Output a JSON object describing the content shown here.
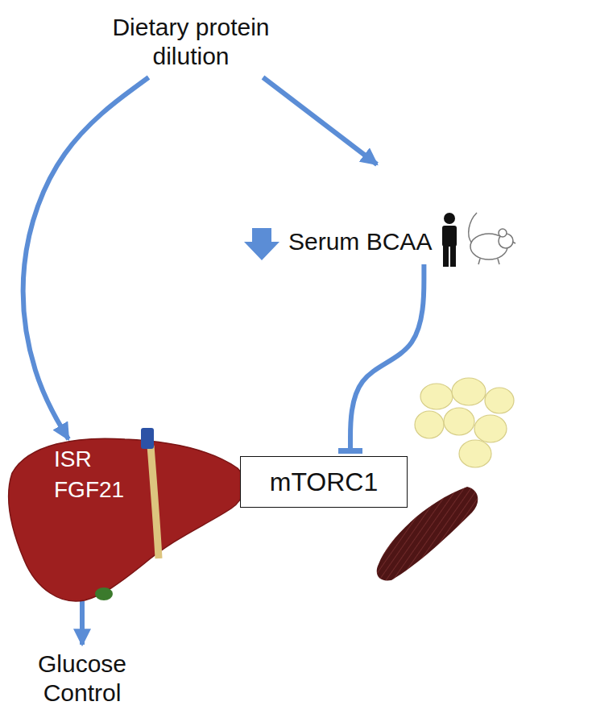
{
  "diagram": {
    "nodes": [
      {
        "text": [
          "Dietary protein dilution"
        ]
      },
      {
        "text": [
          "Serum BCAA"
        ]
      },
      {
        "text": [
          "ISR",
          "FGF21"
        ]
      },
      {
        "text": [
          "mTORC1"
        ]
      },
      {
        "text": [
          "Glucose Control"
        ]
      }
    ],
    "edges": [
      {
        "from": 0,
        "to": 2,
        "arrow": "to"
      },
      {
        "from": 0,
        "to": 1,
        "arrow": "to"
      },
      {
        "from": 1,
        "to": 3,
        "arrow": "to"
      },
      {
        "from": 2,
        "to": 4,
        "arrow": "to"
      }
    ]
  }
}
